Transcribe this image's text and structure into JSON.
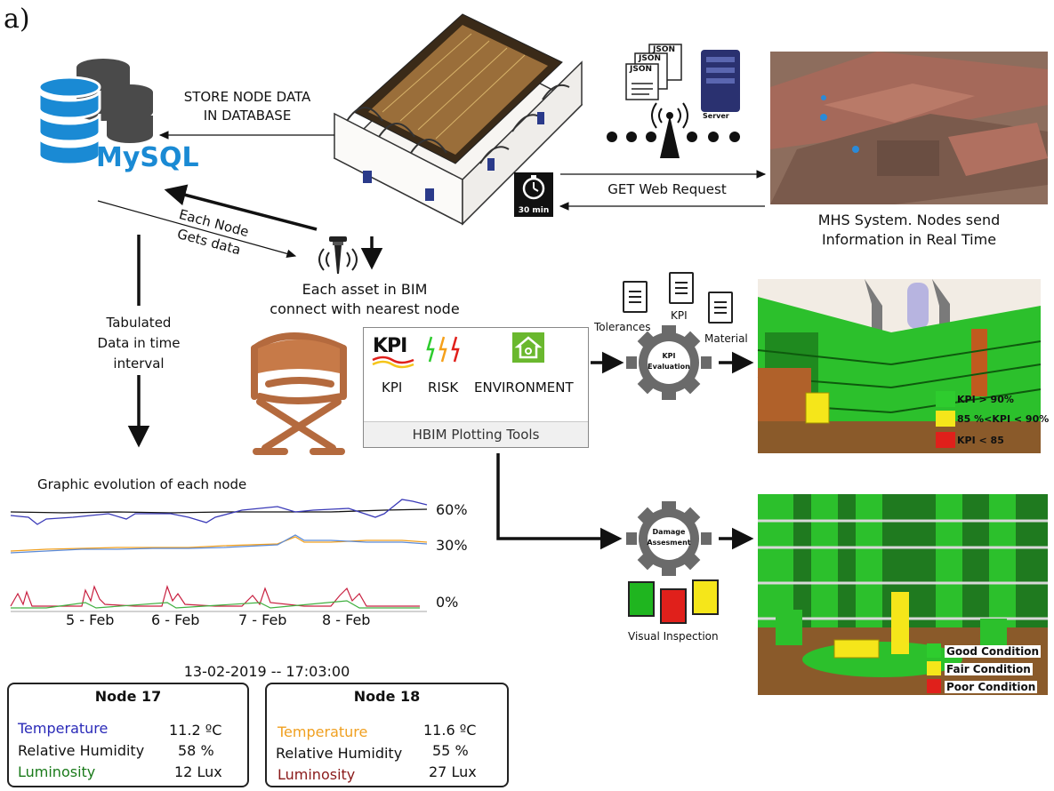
{
  "panel_label": "a)",
  "db": {
    "name": "MySQL",
    "store_line1": "STORE NODE DATA",
    "store_line2": "IN  DATABASE"
  },
  "each_node": {
    "line1": "Each Node",
    "line2": "Gets data"
  },
  "asset_text": {
    "line1": "Each asset in BIM",
    "line2": "connect with nearest node"
  },
  "tabulated": {
    "line1": "Tabulated",
    "line2": "Data in time",
    "line3": "interval"
  },
  "network": {
    "json1": "JSON",
    "json2": "JSON",
    "json3": "JSON",
    "server": "Server",
    "timer": "30 min",
    "get_request": "GET Web Request"
  },
  "mhs": {
    "line1": "MHS System. Nodes send",
    "line2": "Information in Real Time"
  },
  "toolbar": {
    "kpi_logo": "KPI",
    "kpi": "KPI",
    "risk": "RISK",
    "environment": "ENVIRONMENT",
    "caption": "HBIM Plotting Tools"
  },
  "kpi_inputs": {
    "tolerances": "Tolerances",
    "kpi": "KPI",
    "material": "Material"
  },
  "gear_kpi": {
    "line1": "KPI",
    "line2": "Evaluation"
  },
  "gear_damage": {
    "line1": "Damage",
    "line2": "Assesment"
  },
  "visual_inspection": "Visual Inspection",
  "kpi_legend": [
    {
      "label": "KPI > 90%",
      "color": "#2ecc2e"
    },
    {
      "label": "85 %<KPI < 90%",
      "color": "#f5e61a"
    },
    {
      "label": "KPI < 85",
      "color": "#e0201b"
    }
  ],
  "condition_legend": [
    {
      "label": "Good Condition",
      "color": "#2ecc2e"
    },
    {
      "label": "Fair Condition",
      "color": "#f5e61a"
    },
    {
      "label": "Poor Condition",
      "color": "#e0201b"
    }
  ],
  "graph": {
    "title": "Graphic evolution of each node",
    "pct_60": "60%",
    "pct_30": "30%",
    "pct_0": "0%",
    "dates": [
      "5 - Feb",
      "6 - Feb",
      "7 - Feb",
      "8 - Feb"
    ]
  },
  "timestamp": "13-02-2019 -- 17:03:00",
  "node17": {
    "title": "Node 17",
    "t_label": "Temperature",
    "t_value": "11.2 ºC",
    "h_label": "Relative Humidity",
    "h_value": "58 %",
    "l_label": "Luminosity",
    "l_value": "12 Lux"
  },
  "node18": {
    "title": "Node 18",
    "t_label": "Temperature",
    "t_value": "11.6 ºC",
    "h_label": "Relative Humidity",
    "h_value": "55 %",
    "l_label": "Luminosity",
    "l_value": "27 Lux"
  },
  "colors": {
    "mysql": "#1a8ad4",
    "green": "#2ecc2e",
    "yellow": "#f5e61a",
    "red": "#e0201b",
    "temp17": "#2a2ab8",
    "lum17": "#1a7a1a",
    "temp18": "#f0a020",
    "lum18": "#8a1a1a"
  }
}
